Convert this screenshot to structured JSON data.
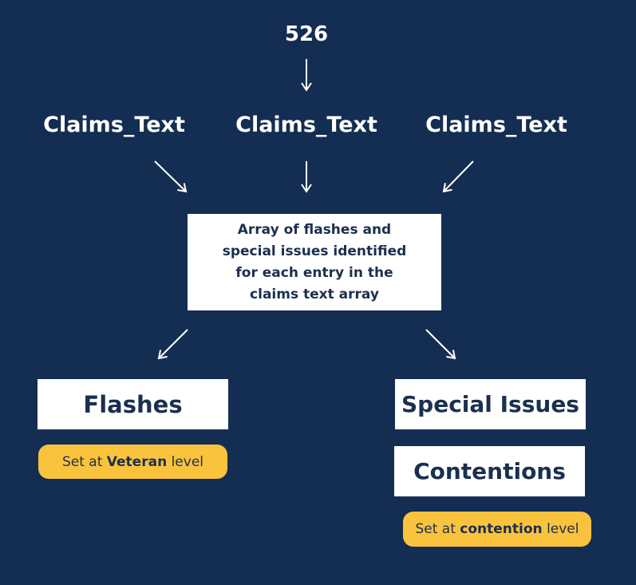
{
  "top_label": "526",
  "claims_labels": [
    "Claims_Text",
    "Claims_Text",
    "Claims_Text"
  ],
  "center_box_text": "Array of flashes and special issues identified for each entry in the claims text array",
  "flashes_label": "Flashes",
  "special_issues_label": "Special Issues",
  "contentions_label": "Contentions",
  "veteran_note": {
    "prefix": "Set at ",
    "bold": "Veteran",
    "suffix": " level"
  },
  "contention_note": {
    "prefix": "Set at ",
    "bold": "contention",
    "suffix": " level"
  },
  "colors": {
    "background": "#142d52",
    "box": "#ffffff",
    "box_text": "#1b2f4f",
    "note": "#f9c33d",
    "arrow": "#ffffff"
  }
}
